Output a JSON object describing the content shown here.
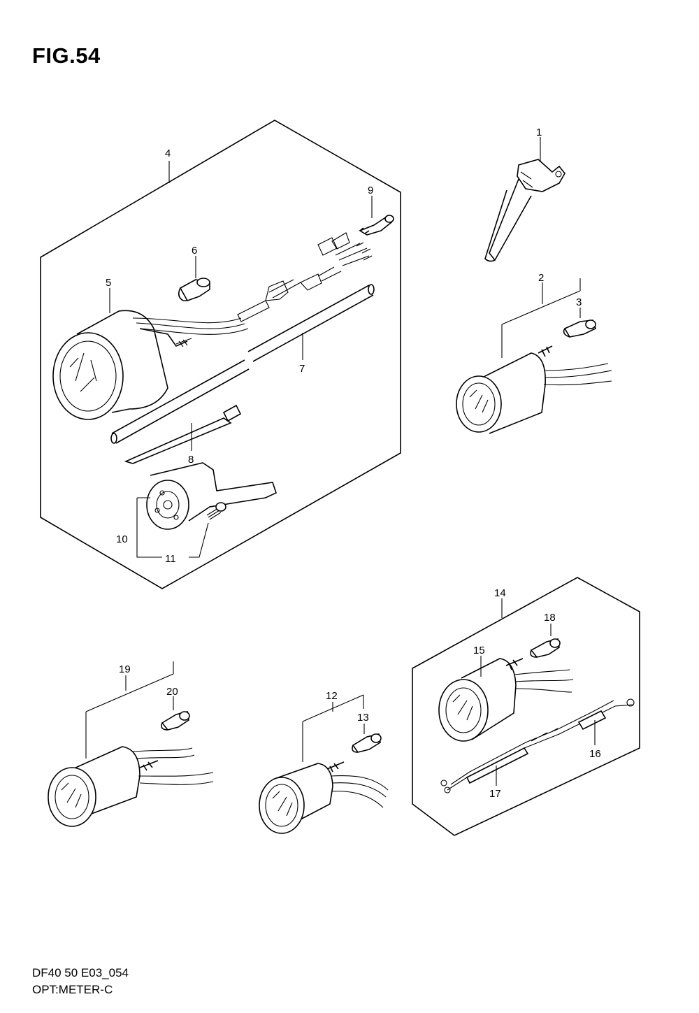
{
  "figure": {
    "title": "FIG.54"
  },
  "footer": {
    "model": "DF40 50 E03_054",
    "section": "OPT:METER-C"
  },
  "callouts": [
    "1",
    "2",
    "3",
    "4",
    "5",
    "6",
    "7",
    "8",
    "9",
    "10",
    "11",
    "12",
    "13",
    "14",
    "15",
    "16",
    "17",
    "18",
    "19",
    "20"
  ],
  "parts": [
    {
      "id": "1",
      "icon": "trim-sender-icon"
    },
    {
      "id": "2",
      "icon": "gauge-icon"
    },
    {
      "id": "3",
      "icon": "bulb-icon"
    },
    {
      "id": "4",
      "icon": "gauge-kit-icon"
    },
    {
      "id": "5",
      "icon": "gauge-icon"
    },
    {
      "id": "6",
      "icon": "bulb-icon"
    },
    {
      "id": "7",
      "icon": "tube-icon"
    },
    {
      "id": "8",
      "icon": "cable-tie-icon"
    },
    {
      "id": "9",
      "icon": "bulb-icon"
    },
    {
      "id": "10",
      "icon": "sender-bracket-icon"
    },
    {
      "id": "11",
      "icon": "screw-icon"
    },
    {
      "id": "12",
      "icon": "gauge-icon"
    },
    {
      "id": "13",
      "icon": "bulb-icon"
    },
    {
      "id": "14",
      "icon": "gauge-kit-icon"
    },
    {
      "id": "15",
      "icon": "gauge-icon"
    },
    {
      "id": "16",
      "icon": "wire-harness-icon"
    },
    {
      "id": "17",
      "icon": "wire-harness-icon"
    },
    {
      "id": "18",
      "icon": "bulb-icon"
    },
    {
      "id": "19",
      "icon": "gauge-icon"
    },
    {
      "id": "20",
      "icon": "bulb-icon"
    }
  ]
}
